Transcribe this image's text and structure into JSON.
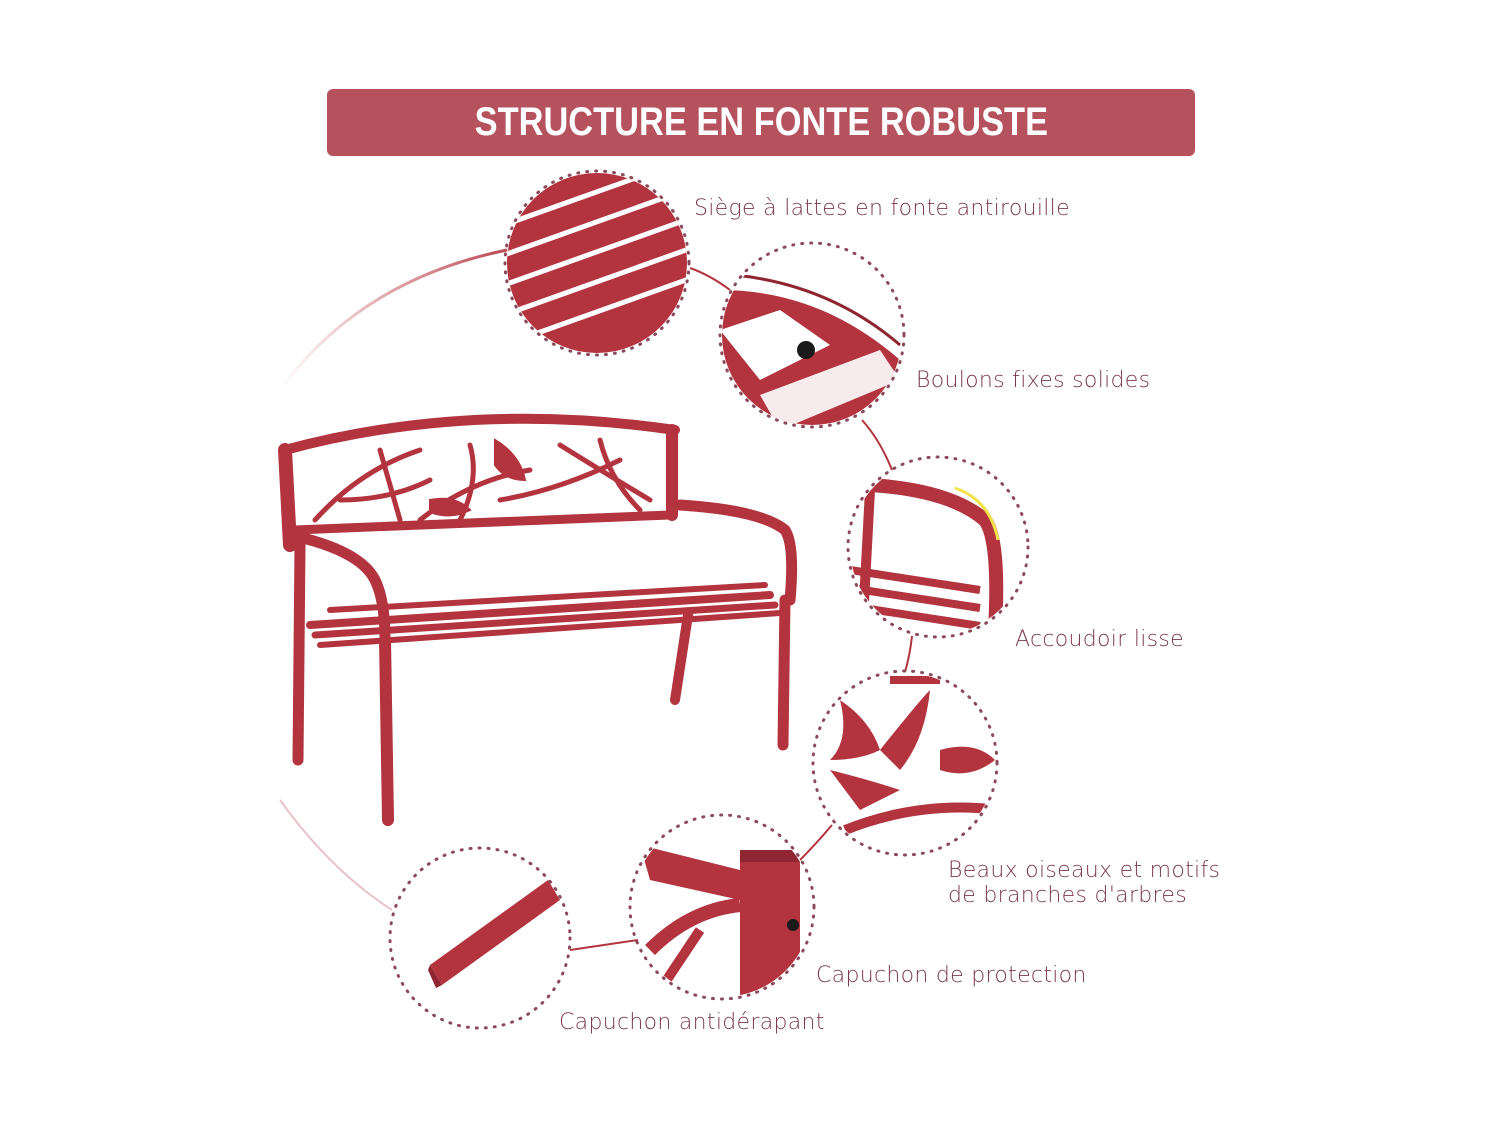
{
  "banner": {
    "title": "STRUCTURE EN FONTE ROBUSTE",
    "color": "#b5525e"
  },
  "callouts": [
    {
      "id": "seat-slats",
      "label": "Siège à lattes en fonte antirouille"
    },
    {
      "id": "bolts",
      "label": "Boulons fixes solides"
    },
    {
      "id": "armrest",
      "label": "Accoudoir lisse"
    },
    {
      "id": "birds",
      "label_line1": "Beaux oiseaux et motifs",
      "label_line2": "de branches d'arbres"
    },
    {
      "id": "protective-cap",
      "label": "Capuchon de protection"
    },
    {
      "id": "anti-slip-cap",
      "label": "Capuchon antidérapant"
    }
  ],
  "colors": {
    "bench": "#b3343f",
    "bench_dark": "#8f2530",
    "text": "#7a3a4c",
    "dots": "#8a4a5a"
  }
}
